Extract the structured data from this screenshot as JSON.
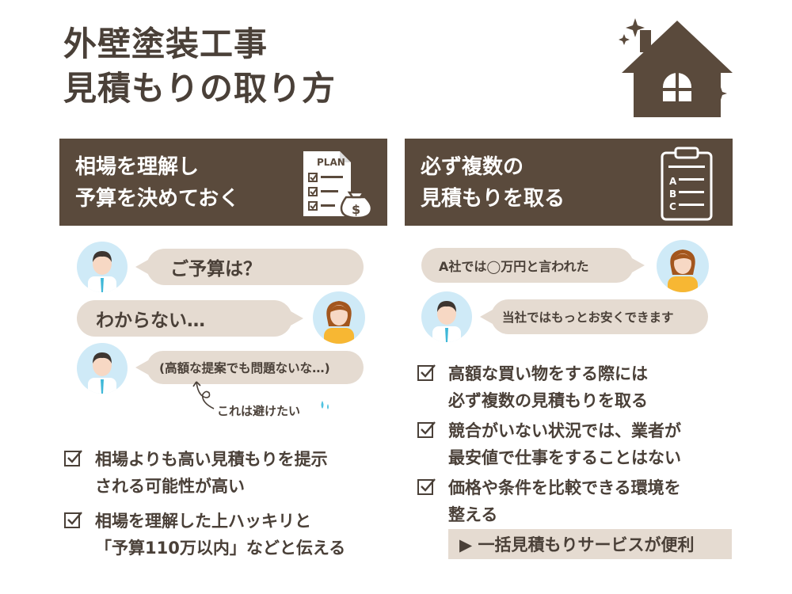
{
  "title": {
    "line1": "外壁塗装工事",
    "line2": "見積もりの取り方"
  },
  "colors": {
    "brown": "#5a4a3c",
    "beige": "#e5dbd1",
    "text": "#4a4038",
    "sky": "#cfeaf7",
    "accent_cyan": "#4fc3e0"
  },
  "left": {
    "header": {
      "line1": "相場を理解し",
      "line2": "予算を決めておく",
      "icon": "plan-budget-document-icon",
      "icon_label": "PLAN"
    },
    "chat": {
      "bubble1": "ご予算は？",
      "bubble2": "わからない…",
      "bubble3": "(高額な提案でも問題ないな…)",
      "note": "これは避けたい"
    },
    "checks": [
      {
        "line1": "相場よりも高い見積もりを提示",
        "line2": "される可能性が高い"
      },
      {
        "line1": "相場を理解した上ハッキリと",
        "line2": "「予算110万以内」などと伝える"
      }
    ]
  },
  "right": {
    "header": {
      "line1": "必ず複数の",
      "line2": "見積もりを取る",
      "icon": "clipboard-abc-icon",
      "clip_a": "A",
      "clip_b": "B",
      "clip_c": "C"
    },
    "chat": {
      "bubble1": "A社では◯万円と言われた",
      "bubble2": "当社ではもっとお安くできます"
    },
    "checks": [
      {
        "line1": "高額な買い物をする際には",
        "line2": "必ず複数の見積もりを取る"
      },
      {
        "line1": "競合がいない状況では、業者が",
        "line2": "最安値で仕事をすることはない"
      },
      {
        "line1": "価格や条件を比較できる環境を",
        "line2": "整える"
      }
    ],
    "service": "▶ 一括見積もりサービスが便利"
  },
  "house_icon": "house-with-sparkles-icon"
}
